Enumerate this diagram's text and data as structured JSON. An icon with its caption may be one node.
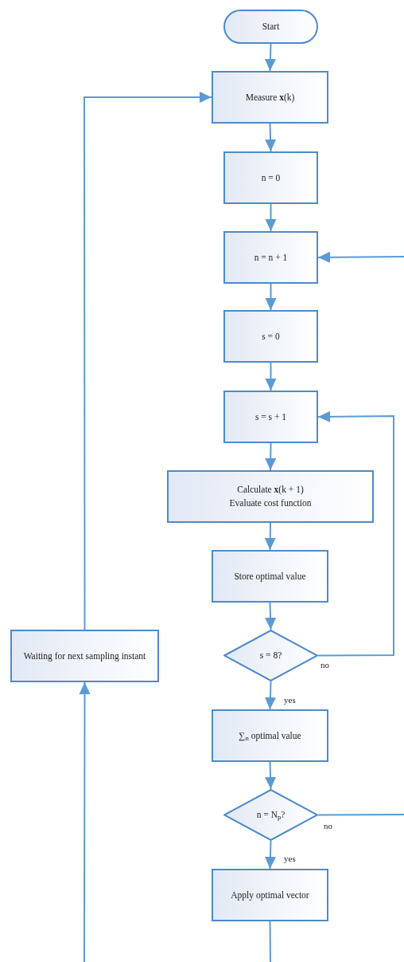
{
  "diagram": {
    "nodes": [
      {
        "text": [
          "Start"
        ]
      },
      {
        "text": [
          "Measure **x**(k)"
        ]
      },
      {
        "text": [
          "n = 0"
        ]
      },
      {
        "text": [
          "n = n + 1"
        ]
      },
      {
        "text": [
          "s = 0"
        ]
      },
      {
        "text": [
          "s = s + 1"
        ]
      },
      {
        "text": [
          "Calculate **x**(k + 1)",
          "Evaluate cost function"
        ]
      },
      {
        "text": [
          "Store optimal value"
        ]
      },
      {
        "text": [
          "s = 8?"
        ]
      },
      {
        "text": [
          "∑$_{n}$ optimal value"
        ]
      },
      {
        "text": [
          "n = N$_{p}$?"
        ]
      },
      {
        "text": [
          "Apply optimal vector"
        ]
      },
      {
        "text": [
          "Waiting for next sampling instant"
        ]
      }
    ],
    "edges": [
      {
        "from": 0,
        "to": 1,
        "arrow": "to"
      },
      {
        "from": 1,
        "to": 2,
        "arrow": "to"
      },
      {
        "from": 2,
        "to": 3,
        "arrow": "to"
      },
      {
        "from": 3,
        "to": 4,
        "arrow": "to"
      },
      {
        "from": 4,
        "to": 5,
        "arrow": "to"
      },
      {
        "from": 5,
        "to": 6,
        "arrow": "to"
      },
      {
        "from": 6,
        "to": 7,
        "arrow": "to"
      },
      {
        "from": 7,
        "to": 8,
        "arrow": "to"
      },
      {
        "from": 8,
        "to": 9,
        "arrow": "to",
        "label": "yes"
      },
      {
        "from": 8,
        "to": 5,
        "arrow": "to",
        "label": "no"
      },
      {
        "from": 9,
        "to": 10,
        "arrow": "to"
      },
      {
        "from": 10,
        "to": 11,
        "arrow": "to",
        "label": "yes"
      },
      {
        "from": 10,
        "to": null,
        "arrow": "none",
        "label": "no"
      },
      {
        "from": null,
        "to": 3,
        "arrow": "to"
      },
      {
        "from": 11,
        "to": null,
        "arrow": "none"
      },
      {
        "from": null,
        "to": 12,
        "arrow": "to"
      },
      {
        "from": 12,
        "to": 1,
        "arrow": "to"
      }
    ]
  }
}
